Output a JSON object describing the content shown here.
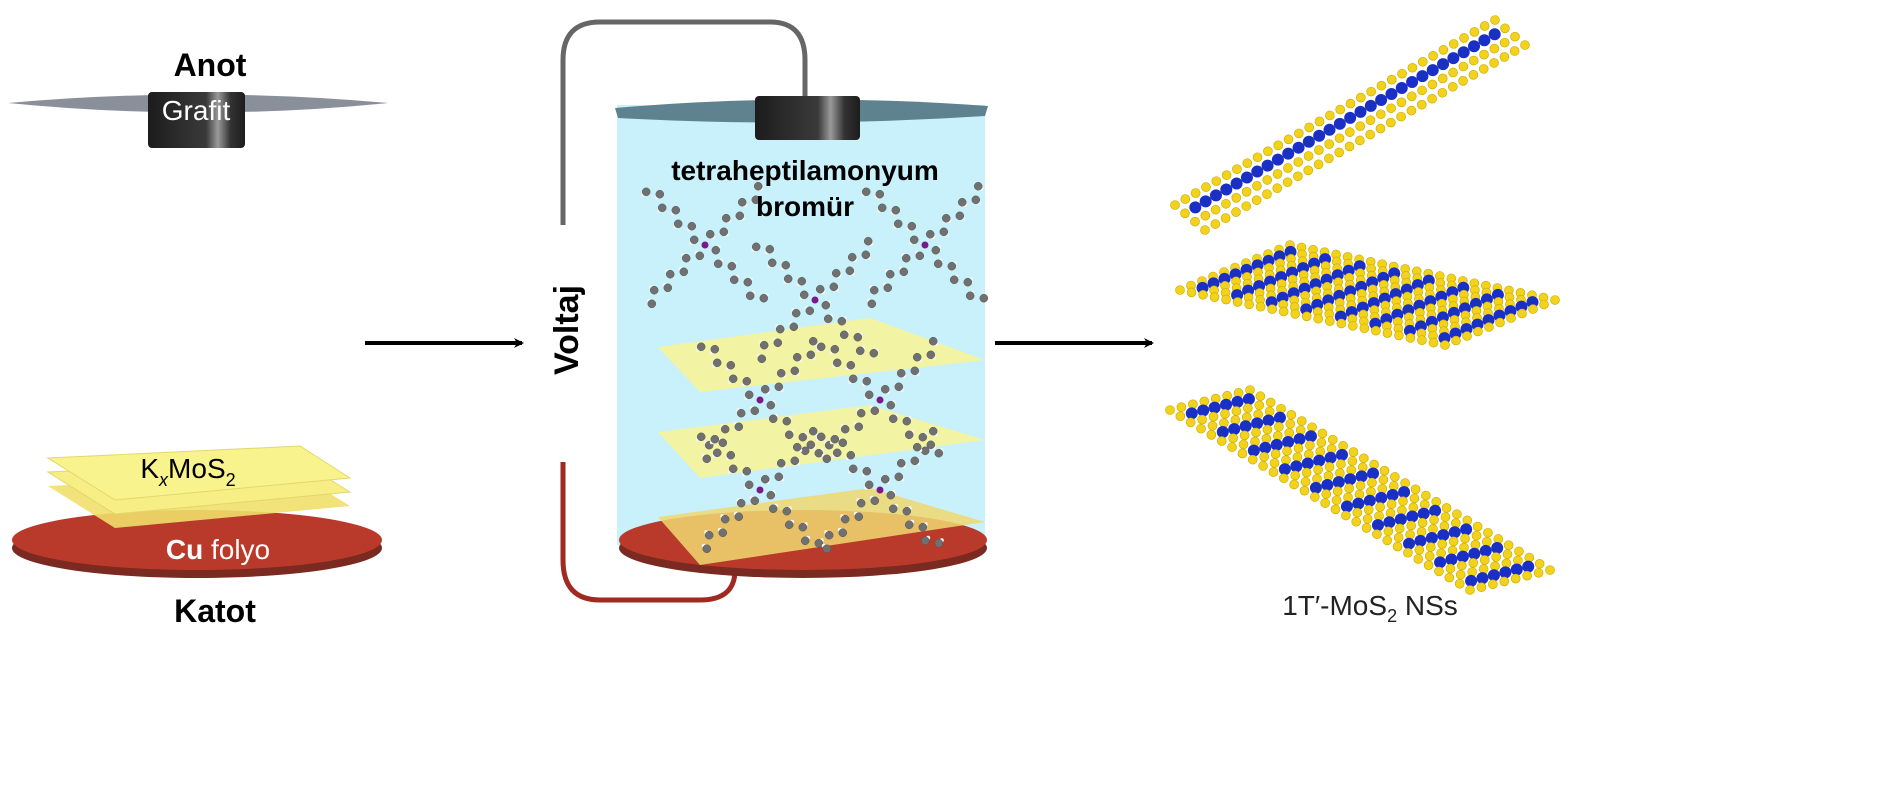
{
  "left": {
    "anode_label": "Anot",
    "anode_material": "Grafit",
    "cathode_label": "Katot",
    "cathode_material_main": "Cu",
    "cathode_material_rest": " folyo",
    "sheet_label": {
      "main": "K",
      "sub": "x",
      "mid": "MoS",
      "sub2": "2"
    }
  },
  "middle": {
    "voltage_label": "Voltaj",
    "electrolyte_line1": "tetraheptilamonyum",
    "electrolyte_line2": "bromür"
  },
  "right": {
    "product_label": {
      "pre": "1T′-MoS",
      "sub": "2",
      "post": " NSs"
    }
  },
  "colors": {
    "solution": "#c9f1fb",
    "copper": "#b93a2a",
    "sheet_yellow": "#f7f28a",
    "molybdenum": "#1a2fc4",
    "sulfur": "#f2d21a",
    "graphite": "#2b2b2b",
    "disk_gray": "#8a9099"
  }
}
